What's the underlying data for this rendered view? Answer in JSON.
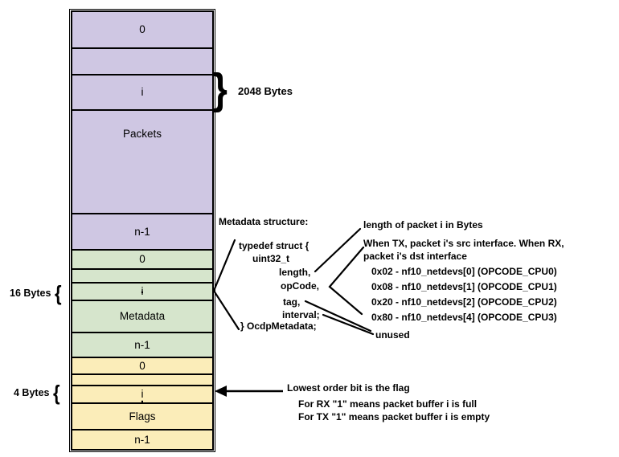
{
  "table": {
    "continuation_dot": ".",
    "sections": [
      {
        "name": "Packets",
        "color": "#CFC7E3",
        "rows": [
          "0",
          "",
          "i",
          "Packets",
          "n-1"
        ]
      },
      {
        "name": "Metadata",
        "color": "#D6E5CC",
        "rows": [
          "0",
          "",
          "i",
          "Metadata",
          "n-1"
        ]
      },
      {
        "name": "Flags",
        "color": "#FBEDB9",
        "rows": [
          "0",
          "",
          "i",
          "Flags",
          "n-1"
        ]
      }
    ]
  },
  "size_labels": {
    "packets": "2048 Bytes",
    "metadata": "16 Bytes",
    "flags": "4 Bytes",
    "brace_close": "}",
    "brace_open": "{"
  },
  "struct_note": {
    "title": "Metadata structure:",
    "line1": "typedef struct {",
    "line2": "uint32_t",
    "line3": "length,",
    "line4": "opCode,",
    "line5": "tag,",
    "line6": "interval;",
    "line7": "} OcdpMetadata;"
  },
  "notes": {
    "length": "length of packet i in Bytes",
    "opcode_line1": "When TX, packet i's src interface. When RX,",
    "opcode_line2": "packet i's dst interface",
    "opcode_values": [
      "0x02 - nf10_netdevs[0] (OPCODE_CPU0)",
      "0x08 - nf10_netdevs[1] (OPCODE_CPU1)",
      "0x20 - nf10_netdevs[2] (OPCODE_CPU2)",
      "0x80 - nf10_netdevs[4] (OPCODE_CPU3)"
    ],
    "unused": "unused",
    "flag_line1": "Lowest order bit is the flag",
    "flag_line2": "For RX \"1\" means packet buffer i is full",
    "flag_line3": "For TX \"1\" means  packet buffer i is empty"
  }
}
